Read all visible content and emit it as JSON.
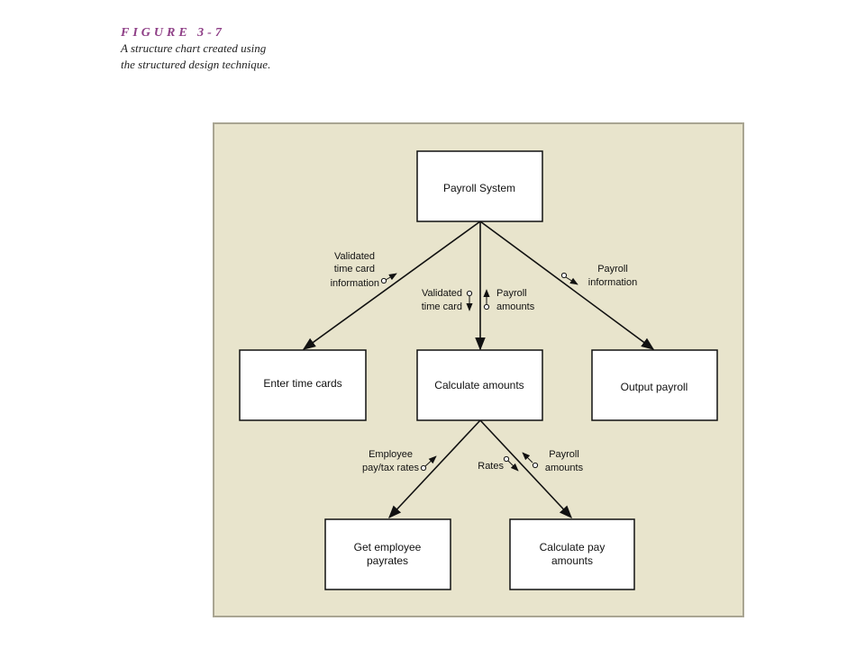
{
  "caption": {
    "figure_label": "FIGURE 3-7",
    "text": "A structure chart created using the structured design technique."
  },
  "colors": {
    "panel_bg": "#e8e4cc",
    "panel_border": "#a9a592",
    "figure_label": "#8e3e86"
  },
  "nodes": {
    "payroll_system": "Payroll System",
    "enter_time_cards": "Enter time cards",
    "calculate_amounts": "Calculate amounts",
    "output_payroll": "Output payroll",
    "get_employee_payrates": [
      "Get employee",
      "payrates"
    ],
    "calculate_pay_amounts": [
      "Calculate pay",
      "amounts"
    ]
  },
  "flows": {
    "validated_time_card_info": [
      "Validated",
      "time card",
      "information"
    ],
    "validated_time_card": [
      "Validated",
      "time card"
    ],
    "payroll_amounts_up": [
      "Payroll",
      "amounts"
    ],
    "payroll_information": [
      "Payroll",
      "information"
    ],
    "employee_pay_tax_rates": [
      "Employee",
      "pay/tax rates"
    ],
    "rates": "Rates",
    "payroll_amounts_right": [
      "Payroll",
      "amounts"
    ]
  }
}
